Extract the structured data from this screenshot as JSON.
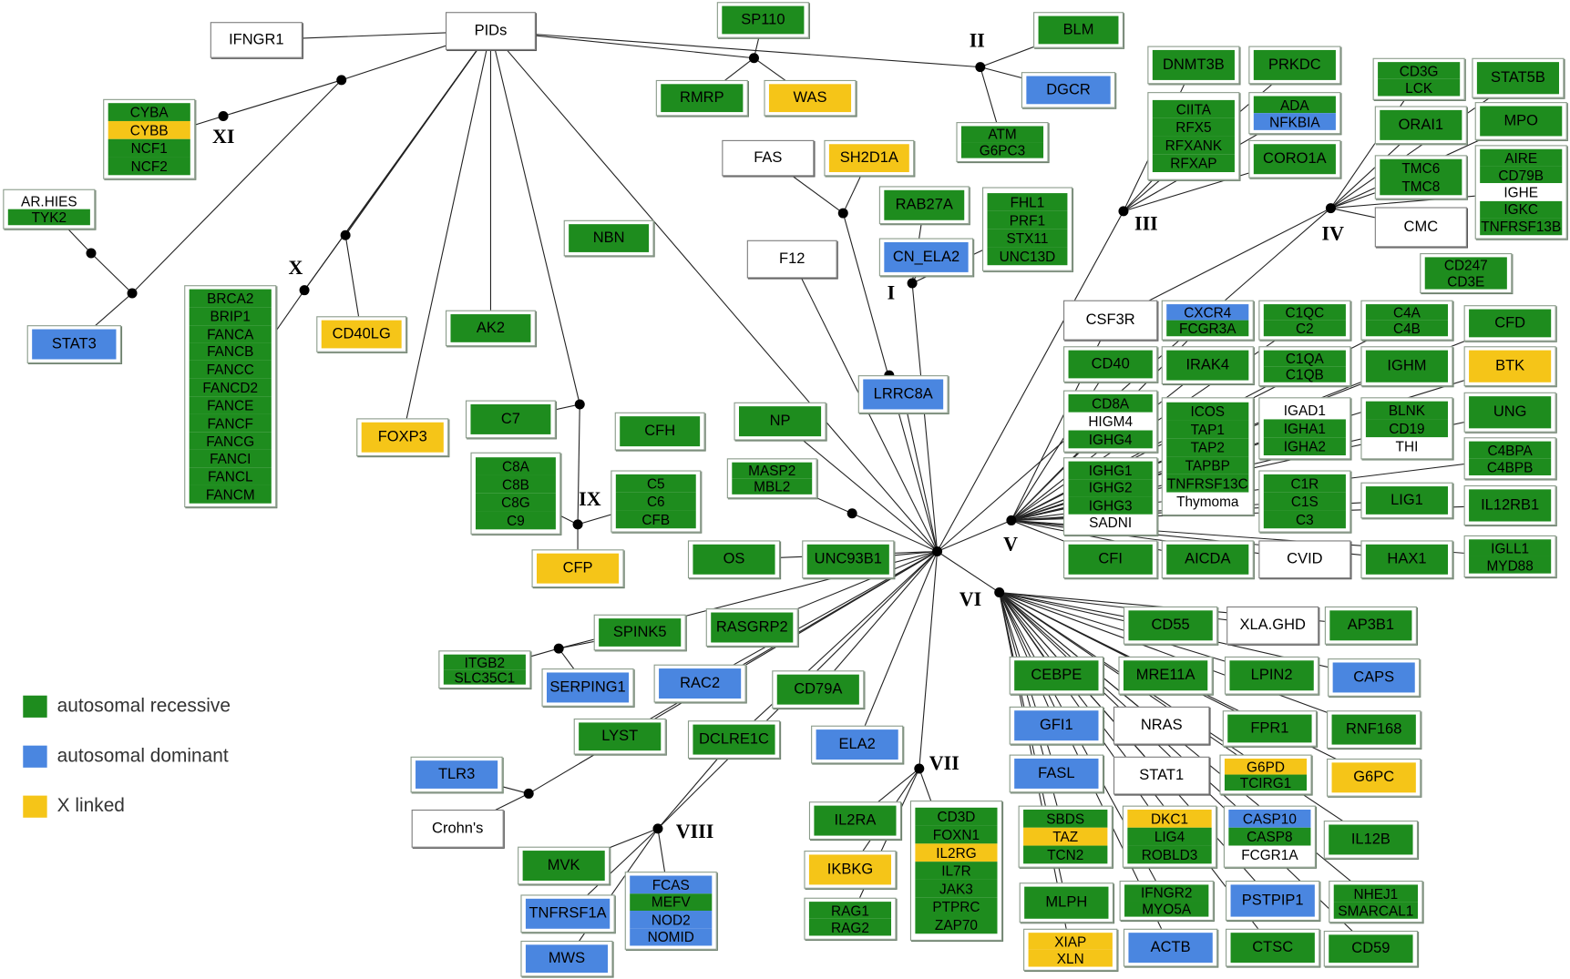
{
  "colors": {
    "AR": "#1e8c1e",
    "AD": "#4a86e0",
    "XL": "#f5c518",
    "none": "#ffffff"
  },
  "legend": [
    {
      "label": "autosomal recessive",
      "color": "#1e8c1e"
    },
    {
      "label": "autosomal dominant",
      "color": "#4a86e0"
    },
    {
      "label": "X linked",
      "color": "#f5c518"
    }
  ],
  "categories": [
    "I",
    "II",
    "III",
    "IV",
    "V",
    "VI",
    "VII",
    "VIII",
    "IX",
    "X",
    "XI"
  ],
  "nodes": [
    {
      "id": "pids",
      "lines": [
        {
          "t": "PIDs",
          "c": "none"
        }
      ]
    },
    {
      "id": "ifngr1",
      "lines": [
        {
          "t": "IFNGR1",
          "c": "none"
        }
      ]
    },
    {
      "id": "sp110",
      "lines": [
        {
          "t": "SP110",
          "c": "AR"
        }
      ]
    },
    {
      "id": "rmrp",
      "lines": [
        {
          "t": "RMRP",
          "c": "AR"
        }
      ]
    },
    {
      "id": "was",
      "lines": [
        {
          "t": "WAS",
          "c": "XL"
        }
      ]
    },
    {
      "id": "blm",
      "lines": [
        {
          "t": "BLM",
          "c": "AR"
        }
      ]
    },
    {
      "id": "dgcr",
      "lines": [
        {
          "t": "DGCR",
          "c": "AD"
        }
      ]
    },
    {
      "id": "atm",
      "lines": [
        {
          "t": "ATM",
          "c": "AR"
        },
        {
          "t": "G6PC3",
          "c": "AR"
        }
      ]
    },
    {
      "id": "cybb",
      "lines": [
        {
          "t": "CYBA",
          "c": "AR"
        },
        {
          "t": "CYBB",
          "c": "XL"
        },
        {
          "t": "NCF1",
          "c": "AR"
        },
        {
          "t": "NCF2",
          "c": "AR"
        }
      ]
    },
    {
      "id": "arhies",
      "lines": [
        {
          "t": "AR.HIES",
          "c": "none"
        },
        {
          "t": "TYK2",
          "c": "AR"
        }
      ]
    },
    {
      "id": "stat3",
      "lines": [
        {
          "t": "STAT3",
          "c": "AD"
        }
      ]
    },
    {
      "id": "fanc",
      "lines": [
        {
          "t": "BRCA2",
          "c": "AR"
        },
        {
          "t": "BRIP1",
          "c": "AR"
        },
        {
          "t": "FANCA",
          "c": "AR"
        },
        {
          "t": "FANCB",
          "c": "AR"
        },
        {
          "t": "FANCC",
          "c": "AR"
        },
        {
          "t": "FANCD2",
          "c": "AR"
        },
        {
          "t": "FANCE",
          "c": "AR"
        },
        {
          "t": "FANCF",
          "c": "AR"
        },
        {
          "t": "FANCG",
          "c": "AR"
        },
        {
          "t": "FANCI",
          "c": "AR"
        },
        {
          "t": "FANCL",
          "c": "AR"
        },
        {
          "t": "FANCM",
          "c": "AR"
        }
      ]
    },
    {
      "id": "nbn",
      "lines": [
        {
          "t": "NBN",
          "c": "AR"
        }
      ]
    },
    {
      "id": "cd40lg",
      "lines": [
        {
          "t": "CD40LG",
          "c": "XL"
        }
      ]
    },
    {
      "id": "ak2",
      "lines": [
        {
          "t": "AK2",
          "c": "AR"
        }
      ]
    },
    {
      "id": "foxp3",
      "lines": [
        {
          "t": "FOXP3",
          "c": "XL"
        }
      ]
    },
    {
      "id": "fas",
      "lines": [
        {
          "t": "FAS",
          "c": "none"
        }
      ]
    },
    {
      "id": "sh2d1a",
      "lines": [
        {
          "t": "SH2D1A",
          "c": "XL"
        }
      ]
    },
    {
      "id": "rab27a",
      "lines": [
        {
          "t": "RAB27A",
          "c": "AR"
        }
      ]
    },
    {
      "id": "cnela2",
      "lines": [
        {
          "t": "CN_ELA2",
          "c": "AD"
        }
      ]
    },
    {
      "id": "fhl1",
      "lines": [
        {
          "t": "FHL1",
          "c": "AR"
        },
        {
          "t": "PRF1",
          "c": "AR"
        },
        {
          "t": "STX11",
          "c": "AR"
        },
        {
          "t": "UNC13D",
          "c": "AR"
        }
      ]
    },
    {
      "id": "f12",
      "lines": [
        {
          "t": "F12",
          "c": "none"
        }
      ]
    },
    {
      "id": "lrrc8a",
      "lines": [
        {
          "t": "LRRC8A",
          "c": "AD"
        }
      ]
    },
    {
      "id": "dnmt3b",
      "lines": [
        {
          "t": "DNMT3B",
          "c": "AR"
        }
      ]
    },
    {
      "id": "prkdc",
      "lines": [
        {
          "t": "PRKDC",
          "c": "AR"
        }
      ]
    },
    {
      "id": "ciita",
      "lines": [
        {
          "t": "CIITA",
          "c": "AR"
        },
        {
          "t": "RFX5",
          "c": "AR"
        },
        {
          "t": "RFXANK",
          "c": "AR"
        },
        {
          "t": "RFXAP",
          "c": "AR"
        }
      ]
    },
    {
      "id": "ada",
      "lines": [
        {
          "t": "ADA",
          "c": "AR"
        },
        {
          "t": "NFKBIA",
          "c": "AD"
        }
      ]
    },
    {
      "id": "coro1a",
      "lines": [
        {
          "t": "CORO1A",
          "c": "AR"
        }
      ]
    },
    {
      "id": "cd3g",
      "lines": [
        {
          "t": "CD3G",
          "c": "AR"
        },
        {
          "t": "LCK",
          "c": "AR"
        }
      ]
    },
    {
      "id": "stat5b",
      "lines": [
        {
          "t": "STAT5B",
          "c": "AR"
        }
      ]
    },
    {
      "id": "orai1",
      "lines": [
        {
          "t": "ORAI1",
          "c": "AR"
        }
      ]
    },
    {
      "id": "mpo",
      "lines": [
        {
          "t": "MPO",
          "c": "AR"
        }
      ]
    },
    {
      "id": "tmc6",
      "lines": [
        {
          "t": "TMC6",
          "c": "AR"
        },
        {
          "t": "TMC8",
          "c": "AR"
        }
      ]
    },
    {
      "id": "aire",
      "lines": [
        {
          "t": "AIRE",
          "c": "AR"
        },
        {
          "t": "CD79B",
          "c": "AR"
        },
        {
          "t": "IGHE",
          "c": "none"
        },
        {
          "t": "IGKC",
          "c": "AR"
        },
        {
          "t": "TNFRSF13B",
          "c": "AR"
        }
      ]
    },
    {
      "id": "cmc",
      "lines": [
        {
          "t": "CMC",
          "c": "none"
        }
      ]
    },
    {
      "id": "cd247",
      "lines": [
        {
          "t": "CD247",
          "c": "AR"
        },
        {
          "t": "CD3E",
          "c": "AR"
        }
      ]
    },
    {
      "id": "csf3r",
      "lines": [
        {
          "t": "CSF3R",
          "c": "none"
        }
      ]
    },
    {
      "id": "cxcr4",
      "lines": [
        {
          "t": "CXCR4",
          "c": "AD"
        },
        {
          "t": "FCGR3A",
          "c": "AR"
        }
      ]
    },
    {
      "id": "c1qc",
      "lines": [
        {
          "t": "C1QC",
          "c": "AR"
        },
        {
          "t": "C2",
          "c": "AR"
        }
      ]
    },
    {
      "id": "c4a",
      "lines": [
        {
          "t": "C4A",
          "c": "AR"
        },
        {
          "t": "C4B",
          "c": "AR"
        }
      ]
    },
    {
      "id": "cfd",
      "lines": [
        {
          "t": "CFD",
          "c": "AR"
        }
      ]
    },
    {
      "id": "cd40",
      "lines": [
        {
          "t": "CD40",
          "c": "AR"
        }
      ]
    },
    {
      "id": "irak4",
      "lines": [
        {
          "t": "IRAK4",
          "c": "AR"
        }
      ]
    },
    {
      "id": "c1qa",
      "lines": [
        {
          "t": "C1QA",
          "c": "AR"
        },
        {
          "t": "C1QB",
          "c": "AR"
        }
      ]
    },
    {
      "id": "ighm",
      "lines": [
        {
          "t": "IGHM",
          "c": "AR"
        }
      ]
    },
    {
      "id": "btk",
      "lines": [
        {
          "t": "BTK",
          "c": "XL"
        }
      ]
    },
    {
      "id": "cd8a",
      "lines": [
        {
          "t": "CD8A",
          "c": "AR"
        },
        {
          "t": "HIGM4",
          "c": "none"
        },
        {
          "t": "IGHG4",
          "c": "AR"
        }
      ]
    },
    {
      "id": "icos",
      "lines": [
        {
          "t": "ICOS",
          "c": "AR"
        },
        {
          "t": "TAP1",
          "c": "AR"
        },
        {
          "t": "TAP2",
          "c": "AR"
        },
        {
          "t": "TAPBP",
          "c": "AR"
        },
        {
          "t": "TNFRSF13C",
          "c": "AR"
        },
        {
          "t": "Thymoma",
          "c": "none"
        }
      ]
    },
    {
      "id": "igad1",
      "lines": [
        {
          "t": "IGAD1",
          "c": "none"
        },
        {
          "t": "IGHA1",
          "c": "AR"
        },
        {
          "t": "IGHA2",
          "c": "AR"
        }
      ]
    },
    {
      "id": "blnk",
      "lines": [
        {
          "t": "BLNK",
          "c": "AR"
        },
        {
          "t": "CD19",
          "c": "AR"
        },
        {
          "t": "THI",
          "c": "none"
        }
      ]
    },
    {
      "id": "ung",
      "lines": [
        {
          "t": "UNG",
          "c": "AR"
        }
      ]
    },
    {
      "id": "c4bpa",
      "lines": [
        {
          "t": "C4BPA",
          "c": "AR"
        },
        {
          "t": "C4BPB",
          "c": "AR"
        }
      ]
    },
    {
      "id": "ighg1",
      "lines": [
        {
          "t": "IGHG1",
          "c": "AR"
        },
        {
          "t": "IGHG2",
          "c": "AR"
        },
        {
          "t": "IGHG3",
          "c": "AR"
        },
        {
          "t": "SADNI",
          "c": "none"
        }
      ]
    },
    {
      "id": "c1r",
      "lines": [
        {
          "t": "C1R",
          "c": "AR"
        },
        {
          "t": "C1S",
          "c": "AR"
        },
        {
          "t": "C3",
          "c": "AR"
        }
      ]
    },
    {
      "id": "lig1",
      "lines": [
        {
          "t": "LIG1",
          "c": "AR"
        }
      ]
    },
    {
      "id": "il12rb1",
      "lines": [
        {
          "t": "IL12RB1",
          "c": "AR"
        }
      ]
    },
    {
      "id": "cfi",
      "lines": [
        {
          "t": "CFI",
          "c": "AR"
        }
      ]
    },
    {
      "id": "aicda",
      "lines": [
        {
          "t": "AICDA",
          "c": "AR"
        }
      ]
    },
    {
      "id": "cvid",
      "lines": [
        {
          "t": "CVID",
          "c": "none"
        }
      ]
    },
    {
      "id": "hax1",
      "lines": [
        {
          "t": "HAX1",
          "c": "AR"
        }
      ]
    },
    {
      "id": "igll1",
      "lines": [
        {
          "t": "IGLL1",
          "c": "AR"
        },
        {
          "t": "MYD88",
          "c": "AR"
        }
      ]
    },
    {
      "id": "c7",
      "lines": [
        {
          "t": "C7",
          "c": "AR"
        }
      ]
    },
    {
      "id": "cfh",
      "lines": [
        {
          "t": "CFH",
          "c": "AR"
        }
      ]
    },
    {
      "id": "c8a",
      "lines": [
        {
          "t": "C8A",
          "c": "AR"
        },
        {
          "t": "C8B",
          "c": "AR"
        },
        {
          "t": "C8G",
          "c": "AR"
        },
        {
          "t": "C9",
          "c": "AR"
        }
      ]
    },
    {
      "id": "c5",
      "lines": [
        {
          "t": "C5",
          "c": "AR"
        },
        {
          "t": "C6",
          "c": "AR"
        },
        {
          "t": "CFB",
          "c": "AR"
        }
      ]
    },
    {
      "id": "cfp",
      "lines": [
        {
          "t": "CFP",
          "c": "XL"
        }
      ]
    },
    {
      "id": "np",
      "lines": [
        {
          "t": "NP",
          "c": "AR"
        }
      ]
    },
    {
      "id": "masp2",
      "lines": [
        {
          "t": "MASP2",
          "c": "AR"
        },
        {
          "t": "MBL2",
          "c": "AR"
        }
      ]
    },
    {
      "id": "os",
      "lines": [
        {
          "t": "OS",
          "c": "AR"
        }
      ]
    },
    {
      "id": "unc93b1",
      "lines": [
        {
          "t": "UNC93B1",
          "c": "AR"
        }
      ]
    },
    {
      "id": "spink5",
      "lines": [
        {
          "t": "SPINK5",
          "c": "AR"
        }
      ]
    },
    {
      "id": "rasgrp2",
      "lines": [
        {
          "t": "RASGRP2",
          "c": "AR"
        }
      ]
    },
    {
      "id": "itgb2",
      "lines": [
        {
          "t": "ITGB2",
          "c": "AR"
        },
        {
          "t": "SLC35C1",
          "c": "AR"
        }
      ]
    },
    {
      "id": "serping1",
      "lines": [
        {
          "t": "SERPING1",
          "c": "AD"
        }
      ]
    },
    {
      "id": "rac2",
      "lines": [
        {
          "t": "RAC2",
          "c": "AD"
        }
      ]
    },
    {
      "id": "cd79a",
      "lines": [
        {
          "t": "CD79A",
          "c": "AR"
        }
      ]
    },
    {
      "id": "lyst",
      "lines": [
        {
          "t": "LYST",
          "c": "AR"
        }
      ]
    },
    {
      "id": "dclre1c",
      "lines": [
        {
          "t": "DCLRE1C",
          "c": "AR"
        }
      ]
    },
    {
      "id": "ela2",
      "lines": [
        {
          "t": "ELA2",
          "c": "AD"
        }
      ]
    },
    {
      "id": "tlr3",
      "lines": [
        {
          "t": "TLR3",
          "c": "AD"
        }
      ]
    },
    {
      "id": "crohns",
      "lines": [
        {
          "t": "Crohn's",
          "c": "none"
        }
      ]
    },
    {
      "id": "mvk",
      "lines": [
        {
          "t": "MVK",
          "c": "AR"
        }
      ]
    },
    {
      "id": "fcas",
      "lines": [
        {
          "t": "FCAS",
          "c": "AD"
        },
        {
          "t": "MEFV",
          "c": "AR"
        },
        {
          "t": "NOD2",
          "c": "AD"
        },
        {
          "t": "NOMID",
          "c": "AD"
        }
      ]
    },
    {
      "id": "tnfrsf1a",
      "lines": [
        {
          "t": "TNFRSF1A",
          "c": "AD"
        }
      ]
    },
    {
      "id": "mws",
      "lines": [
        {
          "t": "MWS",
          "c": "AD"
        }
      ]
    },
    {
      "id": "il2ra",
      "lines": [
        {
          "t": "IL2RA",
          "c": "AR"
        }
      ]
    },
    {
      "id": "cd3d",
      "lines": [
        {
          "t": "CD3D",
          "c": "AR"
        },
        {
          "t": "FOXN1",
          "c": "AR"
        },
        {
          "t": "IL2RG",
          "c": "XL"
        },
        {
          "t": "IL7R",
          "c": "AR"
        },
        {
          "t": "JAK3",
          "c": "AR"
        },
        {
          "t": "PTPRC",
          "c": "AR"
        },
        {
          "t": "ZAP70",
          "c": "AR"
        }
      ]
    },
    {
      "id": "ikbkg",
      "lines": [
        {
          "t": "IKBKG",
          "c": "XL"
        }
      ]
    },
    {
      "id": "rag1",
      "lines": [
        {
          "t": "RAG1",
          "c": "AR"
        },
        {
          "t": "RAG2",
          "c": "AR"
        }
      ]
    },
    {
      "id": "cd55",
      "lines": [
        {
          "t": "CD55",
          "c": "AR"
        }
      ]
    },
    {
      "id": "xlaghd",
      "lines": [
        {
          "t": "XLA.GHD",
          "c": "none"
        }
      ]
    },
    {
      "id": "ap3b1",
      "lines": [
        {
          "t": "AP3B1",
          "c": "AR"
        }
      ]
    },
    {
      "id": "cebpe",
      "lines": [
        {
          "t": "CEBPE",
          "c": "AR"
        }
      ]
    },
    {
      "id": "mre11a",
      "lines": [
        {
          "t": "MRE11A",
          "c": "AR"
        }
      ]
    },
    {
      "id": "lpin2",
      "lines": [
        {
          "t": "LPIN2",
          "c": "AR"
        }
      ]
    },
    {
      "id": "caps",
      "lines": [
        {
          "t": "CAPS",
          "c": "AD"
        }
      ]
    },
    {
      "id": "gfi1",
      "lines": [
        {
          "t": "GFI1",
          "c": "AD"
        }
      ]
    },
    {
      "id": "nras",
      "lines": [
        {
          "t": "NRAS",
          "c": "none"
        }
      ]
    },
    {
      "id": "fpr1",
      "lines": [
        {
          "t": "FPR1",
          "c": "AR"
        }
      ]
    },
    {
      "id": "rnf168",
      "lines": [
        {
          "t": "RNF168",
          "c": "AR"
        }
      ]
    },
    {
      "id": "fasl",
      "lines": [
        {
          "t": "FASL",
          "c": "AD"
        }
      ]
    },
    {
      "id": "stat1",
      "lines": [
        {
          "t": "STAT1",
          "c": "none"
        }
      ]
    },
    {
      "id": "g6pd",
      "lines": [
        {
          "t": "G6PD",
          "c": "XL"
        },
        {
          "t": "TCIRG1",
          "c": "AR"
        }
      ]
    },
    {
      "id": "g6pc",
      "lines": [
        {
          "t": "G6PC",
          "c": "XL"
        }
      ]
    },
    {
      "id": "sbds",
      "lines": [
        {
          "t": "SBDS",
          "c": "AR"
        },
        {
          "t": "TAZ",
          "c": "XL"
        },
        {
          "t": "TCN2",
          "c": "AR"
        }
      ]
    },
    {
      "id": "dkc1",
      "lines": [
        {
          "t": "DKC1",
          "c": "XL"
        },
        {
          "t": "LIG4",
          "c": "AR"
        },
        {
          "t": "ROBLD3",
          "c": "AR"
        }
      ]
    },
    {
      "id": "casp10",
      "lines": [
        {
          "t": "CASP10",
          "c": "AD"
        },
        {
          "t": "CASP8",
          "c": "AR"
        },
        {
          "t": "FCGR1A",
          "c": "none"
        }
      ]
    },
    {
      "id": "il12b",
      "lines": [
        {
          "t": "IL12B",
          "c": "AR"
        }
      ]
    },
    {
      "id": "mlph",
      "lines": [
        {
          "t": "MLPH",
          "c": "AR"
        }
      ]
    },
    {
      "id": "ifngr2",
      "lines": [
        {
          "t": "IFNGR2",
          "c": "AR"
        },
        {
          "t": "MYO5A",
          "c": "AR"
        }
      ]
    },
    {
      "id": "pstpip1",
      "lines": [
        {
          "t": "PSTPIP1",
          "c": "AD"
        }
      ]
    },
    {
      "id": "nhej1",
      "lines": [
        {
          "t": "NHEJ1",
          "c": "AR"
        },
        {
          "t": "SMARCAL1",
          "c": "AR"
        }
      ]
    },
    {
      "id": "xiap",
      "lines": [
        {
          "t": "XIAP",
          "c": "XL"
        },
        {
          "t": "XLN",
          "c": "XL"
        }
      ]
    },
    {
      "id": "actb",
      "lines": [
        {
          "t": "ACTB",
          "c": "AD"
        }
      ]
    },
    {
      "id": "ctsc",
      "lines": [
        {
          "t": "CTSC",
          "c": "AR"
        }
      ]
    },
    {
      "id": "cd59",
      "lines": [
        {
          "t": "CD59",
          "c": "AR"
        }
      ]
    }
  ]
}
